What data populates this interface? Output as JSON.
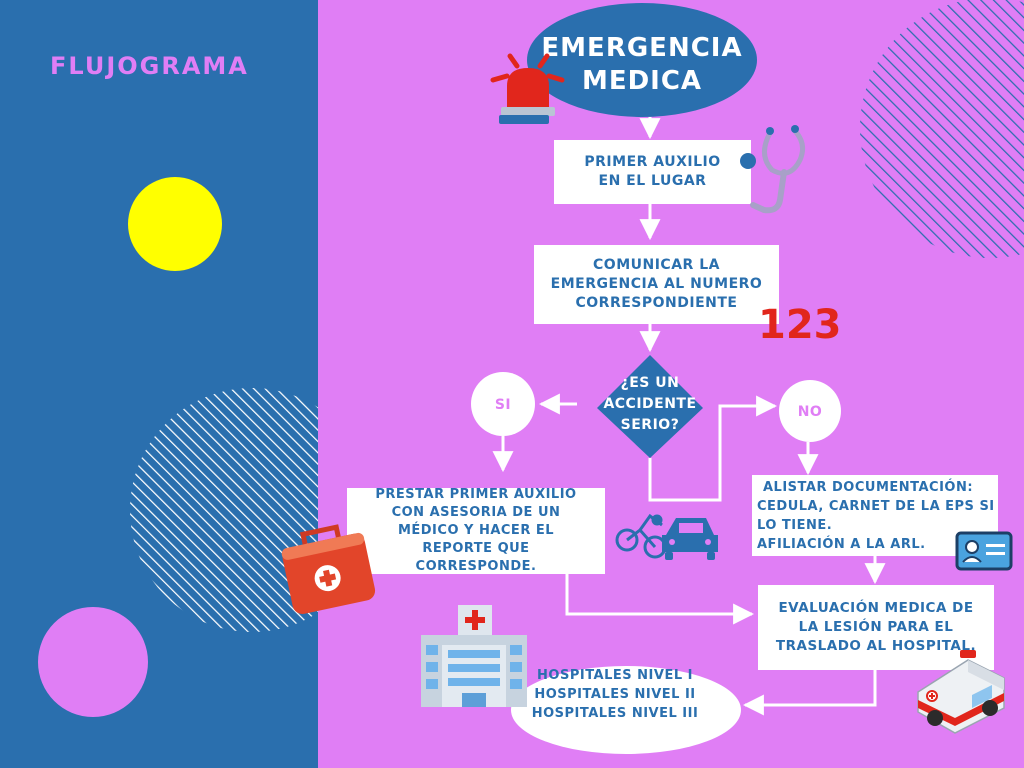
{
  "title": "FLUJOGRAMA",
  "colors": {
    "blue": "#2a6fae",
    "violet": "#e07ef5",
    "yellow": "#ffff00",
    "red": "#e1261c",
    "white": "#ffffff"
  },
  "nodes": {
    "start": "EMERGENCIA MEDICA",
    "first_aid": "PRIMER AUXILIO EN EL LUGAR",
    "communicate": "COMUNICAR LA EMERGENCIA AL NUMERO CORRESPONDIENTE",
    "number": "123",
    "decision": "¿ES UN ACCIDENTE SERIO?",
    "yes": "SI",
    "no": "NO",
    "yes_action": "PRESTAR PRIMER AUXILIO CON ASESORIA DE UN MÉDICO Y HACER EL REPORTE QUE CORRESPONDE.",
    "no_action_line1": "ALISTAR DOCUMENTACIÓN:",
    "no_action_line2": "CEDULA, CARNET DE LA EPS SI LO TIENE.",
    "no_action_line3": "AFILIACIÓN A LA ARL.",
    "evaluation": "EVALUACIÓN MEDICA DE LA LESIÓN PARA EL TRASLADO AL HOSPITAL.",
    "hospital_1": "HOSPITALES NIVEL I",
    "hospital_2": "HOSPITALES NIVEL II",
    "hospital_3": "HOSPITALES NIVEL III"
  },
  "icons": [
    "siren-icon",
    "stethoscope-icon",
    "cyclist-icon",
    "car-icon",
    "first-aid-kit-icon",
    "id-card-icon",
    "hospital-icon",
    "ambulance-icon"
  ]
}
